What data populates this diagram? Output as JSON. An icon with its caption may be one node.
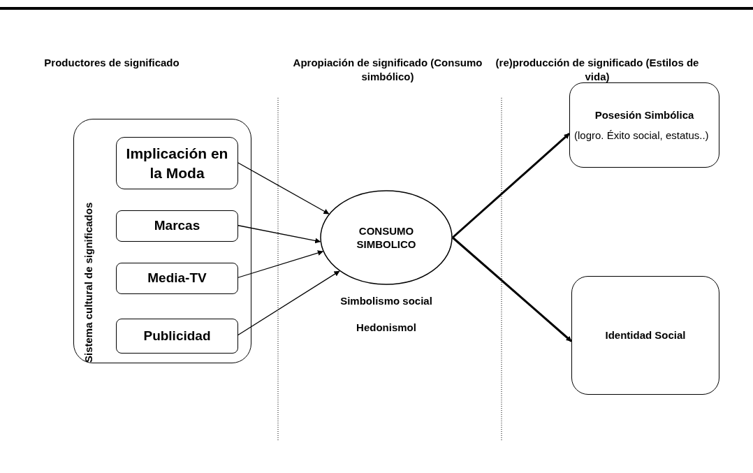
{
  "diagram": {
    "nodes": [
      {
        "text": [
          "Sistema cultural de significados"
        ]
      },
      {
        "text": [
          "Implicación en la Moda"
        ],
        "in": 0
      },
      {
        "text": [
          "Marcas"
        ],
        "in": 0
      },
      {
        "text": [
          "Media-TV"
        ],
        "in": 0
      },
      {
        "text": [
          "Publicidad"
        ],
        "in": 0
      },
      {
        "text": [
          "CONSUMO SIMBOLICO"
        ],
        "beside": [
          "Simbolismo social",
          "Hedonismol"
        ]
      },
      {
        "text": [
          "Posesión Simbólica",
          "(logro. Éxito social, estatus..)"
        ]
      },
      {
        "text": [
          "Identidad Social"
        ]
      }
    ],
    "edges": [
      {
        "from": 1,
        "to": 5,
        "arrow": "to"
      },
      {
        "from": 2,
        "to": 5,
        "arrow": "to"
      },
      {
        "from": 3,
        "to": 5,
        "arrow": "to"
      },
      {
        "from": 4,
        "to": 5,
        "arrow": "to"
      },
      {
        "from": 5,
        "to": 6,
        "arrow": "to",
        "style": "thick"
      },
      {
        "from": 5,
        "to": 7,
        "arrow": "to",
        "style": "thick"
      }
    ],
    "labels": [
      "Productores de significado",
      "Apropiación de significado (Consumo simbólico)",
      "(re)producción de significado (Estilos de vida)"
    ]
  }
}
